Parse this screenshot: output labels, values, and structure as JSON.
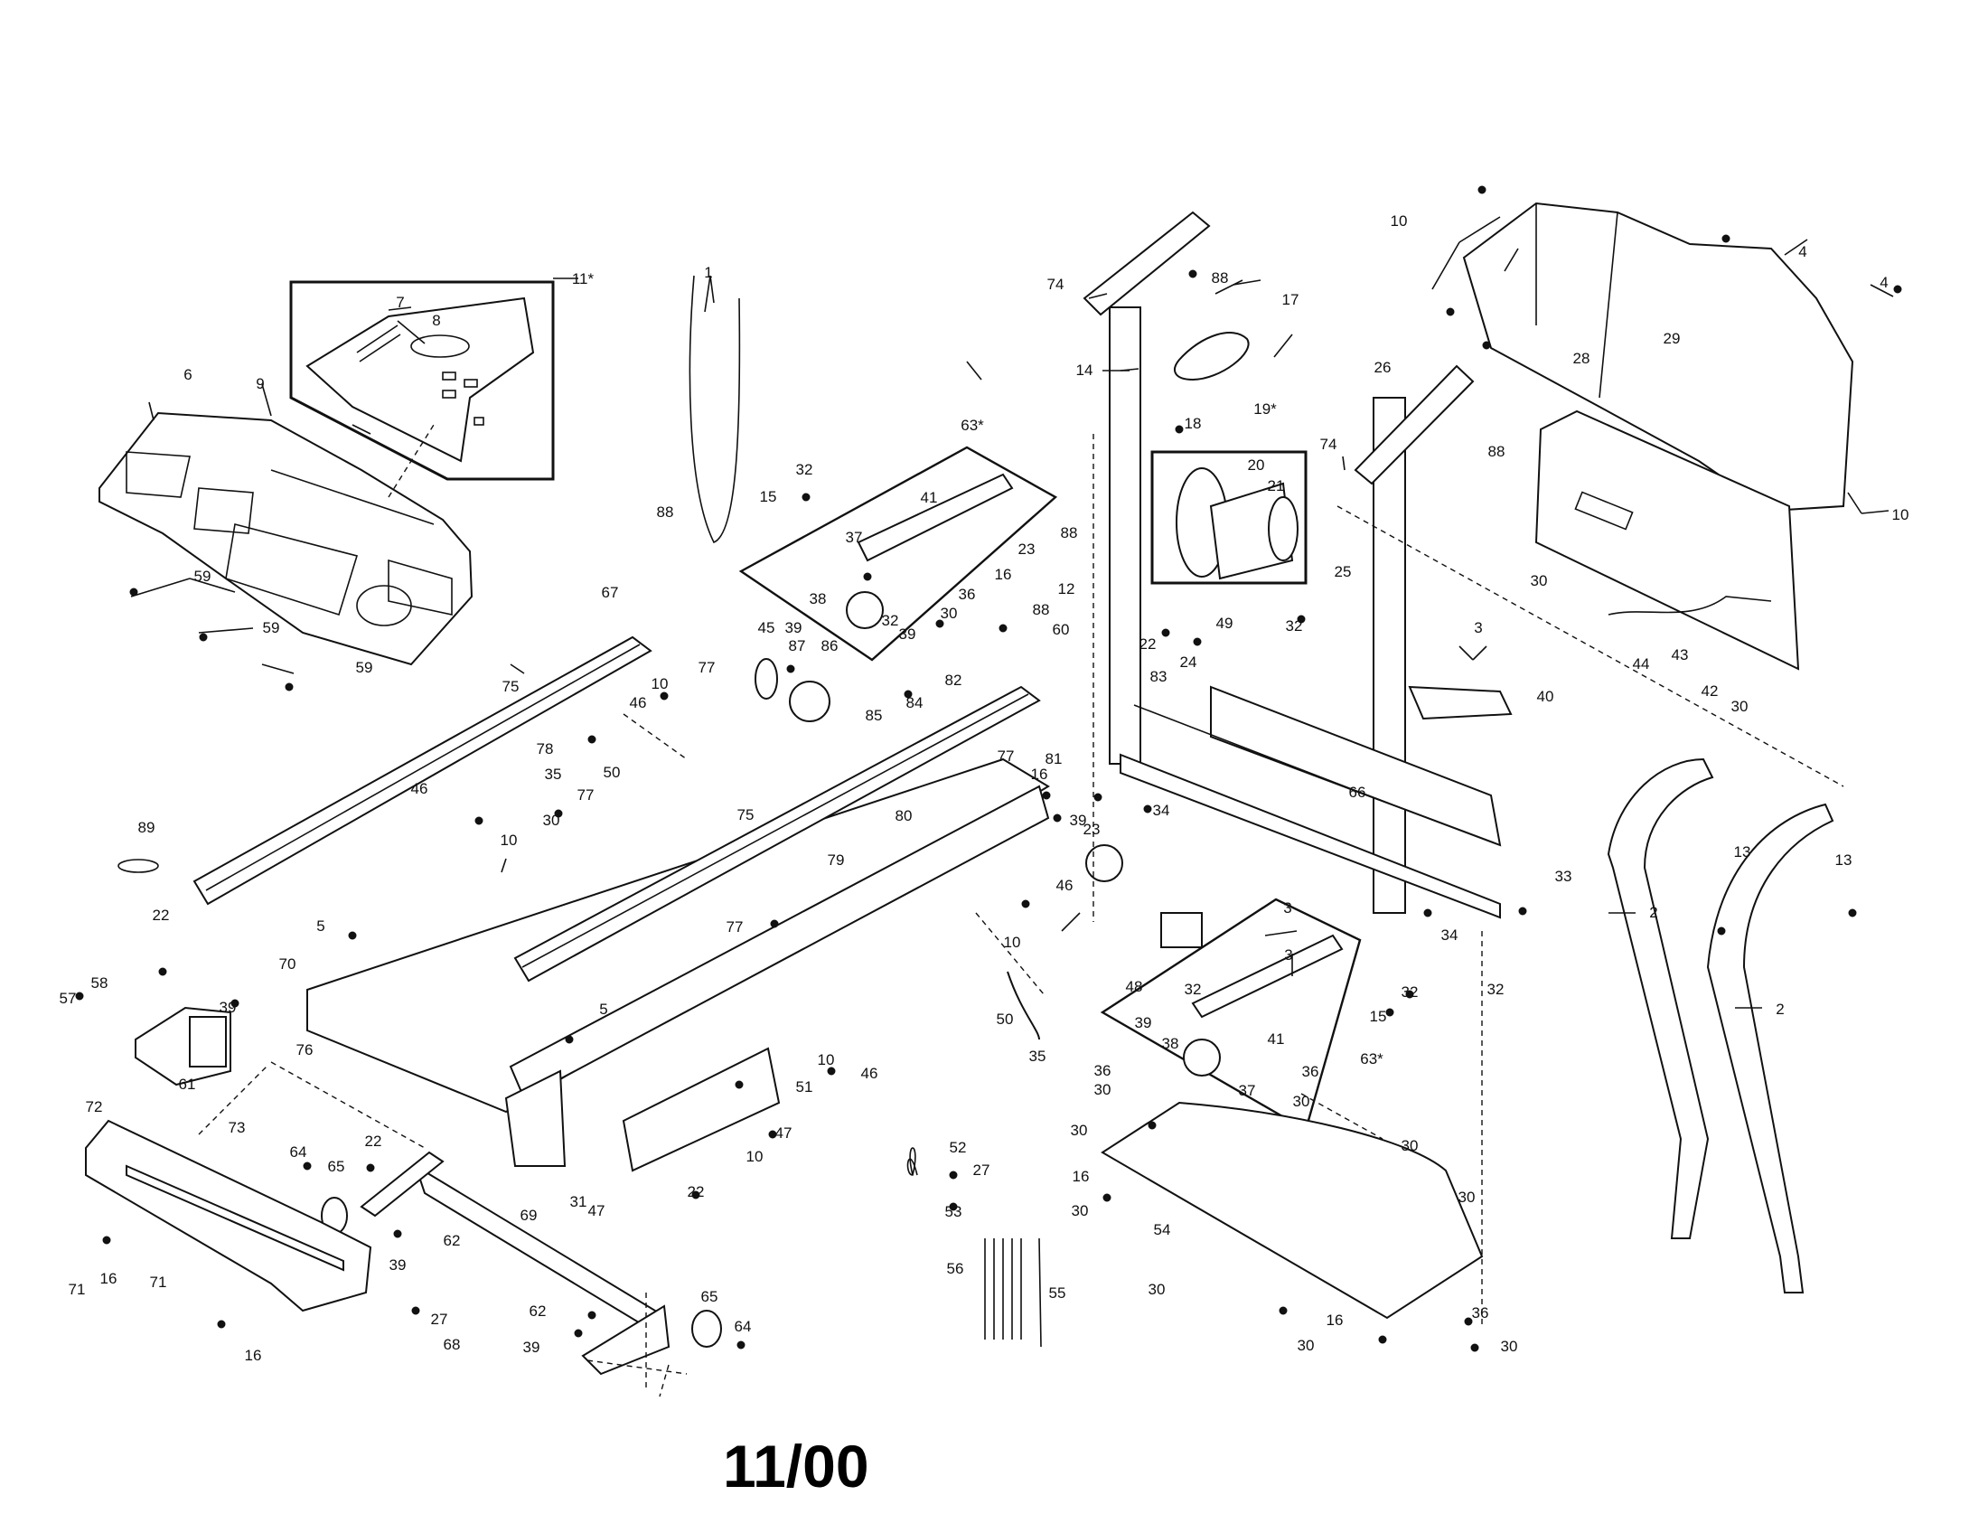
{
  "diagram": {
    "date_code": "11/00",
    "part_labels": [
      {
        "id": "p1",
        "text": "1"
      },
      {
        "id": "p2a",
        "text": "2"
      },
      {
        "id": "p2b",
        "text": "2"
      },
      {
        "id": "p3a",
        "text": "3"
      },
      {
        "id": "p3b",
        "text": "3"
      },
      {
        "id": "p3c",
        "text": "3"
      },
      {
        "id": "p4a",
        "text": "4"
      },
      {
        "id": "p4b",
        "text": "4"
      },
      {
        "id": "p5a",
        "text": "5"
      },
      {
        "id": "p5b",
        "text": "5"
      },
      {
        "id": "p6",
        "text": "6"
      },
      {
        "id": "p7",
        "text": "7"
      },
      {
        "id": "p8",
        "text": "8"
      },
      {
        "id": "p9",
        "text": "9"
      },
      {
        "id": "p10a",
        "text": "10"
      },
      {
        "id": "p10b",
        "text": "10"
      },
      {
        "id": "p10c",
        "text": "10"
      },
      {
        "id": "p10d",
        "text": "10"
      },
      {
        "id": "p10e",
        "text": "10"
      },
      {
        "id": "p10f",
        "text": "10"
      },
      {
        "id": "p10g",
        "text": "10"
      },
      {
        "id": "p11",
        "text": "11*"
      },
      {
        "id": "p12",
        "text": "12"
      },
      {
        "id": "p13a",
        "text": "13"
      },
      {
        "id": "p13b",
        "text": "13"
      },
      {
        "id": "p14",
        "text": "14"
      },
      {
        "id": "p15a",
        "text": "15"
      },
      {
        "id": "p15b",
        "text": "15"
      },
      {
        "id": "p16a",
        "text": "16"
      },
      {
        "id": "p16b",
        "text": "16"
      },
      {
        "id": "p16c",
        "text": "16"
      },
      {
        "id": "p16d",
        "text": "16"
      },
      {
        "id": "p16e",
        "text": "16"
      },
      {
        "id": "p16f",
        "text": "16"
      },
      {
        "id": "p17",
        "text": "17"
      },
      {
        "id": "p18",
        "text": "18"
      },
      {
        "id": "p19",
        "text": "19*"
      },
      {
        "id": "p20",
        "text": "20"
      },
      {
        "id": "p21",
        "text": "21"
      },
      {
        "id": "p22a",
        "text": "22"
      },
      {
        "id": "p22b",
        "text": "22"
      },
      {
        "id": "p22c",
        "text": "22"
      },
      {
        "id": "p22d",
        "text": "22"
      },
      {
        "id": "p23a",
        "text": "23"
      },
      {
        "id": "p23b",
        "text": "23"
      },
      {
        "id": "p24",
        "text": "24"
      },
      {
        "id": "p25",
        "text": "25"
      },
      {
        "id": "p26",
        "text": "26"
      },
      {
        "id": "p27a",
        "text": "27"
      },
      {
        "id": "p27b",
        "text": "27"
      },
      {
        "id": "p28",
        "text": "28"
      },
      {
        "id": "p29",
        "text": "29"
      },
      {
        "id": "p30a",
        "text": "30"
      },
      {
        "id": "p30b",
        "text": "30"
      },
      {
        "id": "p30c",
        "text": "30"
      },
      {
        "id": "p30d",
        "text": "30"
      },
      {
        "id": "p30e",
        "text": "30"
      },
      {
        "id": "p30f",
        "text": "30"
      },
      {
        "id": "p30g",
        "text": "30"
      },
      {
        "id": "p30h",
        "text": "30"
      },
      {
        "id": "p30i",
        "text": "30"
      },
      {
        "id": "p30j",
        "text": "30"
      },
      {
        "id": "p30k",
        "text": "30"
      },
      {
        "id": "p30l",
        "text": "30"
      },
      {
        "id": "p30m",
        "text": "30"
      },
      {
        "id": "p31",
        "text": "31"
      },
      {
        "id": "p32a",
        "text": "32"
      },
      {
        "id": "p32b",
        "text": "32"
      },
      {
        "id": "p32c",
        "text": "32"
      },
      {
        "id": "p32d",
        "text": "32"
      },
      {
        "id": "p32e",
        "text": "32"
      },
      {
        "id": "p32f",
        "text": "32"
      },
      {
        "id": "p33",
        "text": "33"
      },
      {
        "id": "p34a",
        "text": "34"
      },
      {
        "id": "p34b",
        "text": "34"
      },
      {
        "id": "p35a",
        "text": "35"
      },
      {
        "id": "p35b",
        "text": "35"
      },
      {
        "id": "p36a",
        "text": "36"
      },
      {
        "id": "p36b",
        "text": "36"
      },
      {
        "id": "p36c",
        "text": "36"
      },
      {
        "id": "p36d",
        "text": "36"
      },
      {
        "id": "p37a",
        "text": "37"
      },
      {
        "id": "p37b",
        "text": "37"
      },
      {
        "id": "p38a",
        "text": "38"
      },
      {
        "id": "p38b",
        "text": "38"
      },
      {
        "id": "p39a",
        "text": "39"
      },
      {
        "id": "p39b",
        "text": "39"
      },
      {
        "id": "p39c",
        "text": "39"
      },
      {
        "id": "p39d",
        "text": "39"
      },
      {
        "id": "p39e",
        "text": "39"
      },
      {
        "id": "p39f",
        "text": "39"
      },
      {
        "id": "p39g",
        "text": "39"
      },
      {
        "id": "p40",
        "text": "40"
      },
      {
        "id": "p41a",
        "text": "41"
      },
      {
        "id": "p41b",
        "text": "41"
      },
      {
        "id": "p42",
        "text": "42"
      },
      {
        "id": "p43",
        "text": "43"
      },
      {
        "id": "p44",
        "text": "44"
      },
      {
        "id": "p45",
        "text": "45"
      },
      {
        "id": "p46a",
        "text": "46"
      },
      {
        "id": "p46b",
        "text": "46"
      },
      {
        "id": "p46c",
        "text": "46"
      },
      {
        "id": "p46d",
        "text": "46"
      },
      {
        "id": "p47a",
        "text": "47"
      },
      {
        "id": "p47b",
        "text": "47"
      },
      {
        "id": "p48",
        "text": "48"
      },
      {
        "id": "p49",
        "text": "49"
      },
      {
        "id": "p50a",
        "text": "50"
      },
      {
        "id": "p50b",
        "text": "50"
      },
      {
        "id": "p51",
        "text": "51"
      },
      {
        "id": "p52",
        "text": "52"
      },
      {
        "id": "p53",
        "text": "53"
      },
      {
        "id": "p54",
        "text": "54"
      },
      {
        "id": "p55",
        "text": "55"
      },
      {
        "id": "p56",
        "text": "56"
      },
      {
        "id": "p57",
        "text": "57"
      },
      {
        "id": "p58",
        "text": "58"
      },
      {
        "id": "p59a",
        "text": "59"
      },
      {
        "id": "p59b",
        "text": "59"
      },
      {
        "id": "p59c",
        "text": "59"
      },
      {
        "id": "p60",
        "text": "60"
      },
      {
        "id": "p61",
        "text": "61"
      },
      {
        "id": "p62a",
        "text": "62"
      },
      {
        "id": "p62b",
        "text": "62"
      },
      {
        "id": "p63a",
        "text": "63*"
      },
      {
        "id": "p63b",
        "text": "63*"
      },
      {
        "id": "p64a",
        "text": "64"
      },
      {
        "id": "p64b",
        "text": "64"
      },
      {
        "id": "p65a",
        "text": "65"
      },
      {
        "id": "p65b",
        "text": "65"
      },
      {
        "id": "p66",
        "text": "66"
      },
      {
        "id": "p67",
        "text": "67"
      },
      {
        "id": "p68",
        "text": "68"
      },
      {
        "id": "p69",
        "text": "69"
      },
      {
        "id": "p70",
        "text": "70"
      },
      {
        "id": "p71a",
        "text": "71"
      },
      {
        "id": "p71b",
        "text": "71"
      },
      {
        "id": "p72",
        "text": "72"
      },
      {
        "id": "p73",
        "text": "73"
      },
      {
        "id": "p74a",
        "text": "74"
      },
      {
        "id": "p74b",
        "text": "74"
      },
      {
        "id": "p75a",
        "text": "75"
      },
      {
        "id": "p75b",
        "text": "75"
      },
      {
        "id": "p76",
        "text": "76"
      },
      {
        "id": "p77a",
        "text": "77"
      },
      {
        "id": "p77b",
        "text": "77"
      },
      {
        "id": "p77c",
        "text": "77"
      },
      {
        "id": "p77d",
        "text": "77"
      },
      {
        "id": "p78",
        "text": "78"
      },
      {
        "id": "p79",
        "text": "79"
      },
      {
        "id": "p80",
        "text": "80"
      },
      {
        "id": "p81",
        "text": "81"
      },
      {
        "id": "p82",
        "text": "82"
      },
      {
        "id": "p83",
        "text": "83"
      },
      {
        "id": "p84",
        "text": "84"
      },
      {
        "id": "p85",
        "text": "85"
      },
      {
        "id": "p86",
        "text": "86"
      },
      {
        "id": "p87",
        "text": "87"
      },
      {
        "id": "p88a",
        "text": "88"
      },
      {
        "id": "p88b",
        "text": "88"
      },
      {
        "id": "p88c",
        "text": "88"
      },
      {
        "id": "p88d",
        "text": "88"
      },
      {
        "id": "p88e",
        "text": "88"
      },
      {
        "id": "p89",
        "text": "89"
      }
    ]
  }
}
